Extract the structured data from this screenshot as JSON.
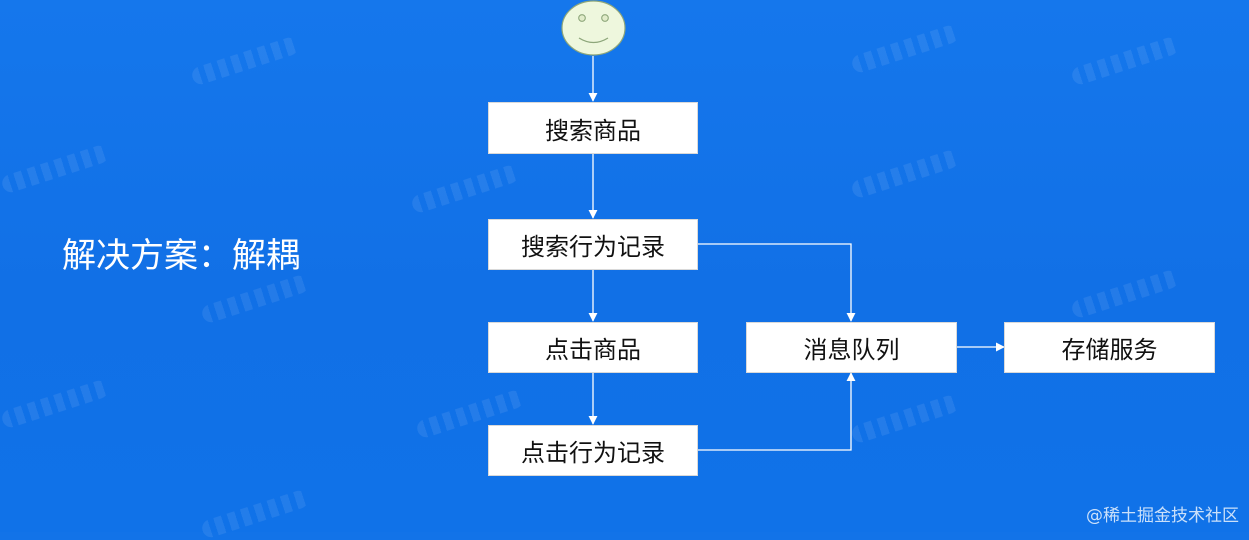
{
  "slide": {
    "title": "解决方案：解耦"
  },
  "diagram": {
    "nodes": {
      "search_product": "搜索商品",
      "search_behavior_log": "搜索行为记录",
      "click_product": "点击商品",
      "click_behavior_log": "点击行为记录",
      "message_queue": "消息队列",
      "storage_service": "存储服务"
    }
  },
  "footer": {
    "watermark": "@稀土掘金技术社区"
  },
  "colors": {
    "background": "#1273e8",
    "box_fill": "#ffffff",
    "connector": "#ffffff",
    "smiley_fill": "#eef7dd"
  },
  "icons": {
    "start": "smiley-face-icon"
  }
}
